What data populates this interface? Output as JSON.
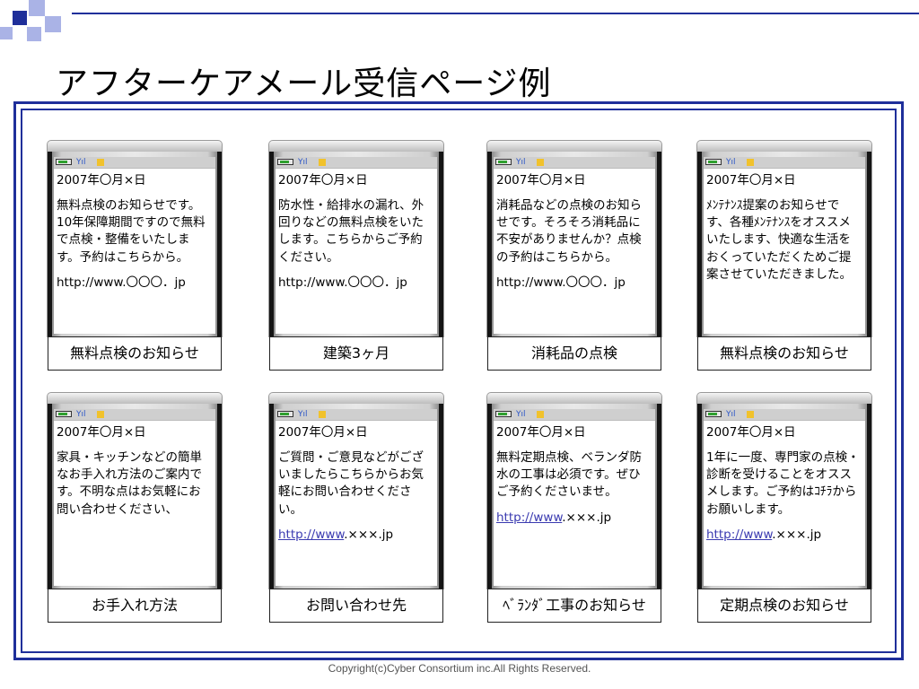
{
  "page": {
    "title": "アフターケアメール受信ページ例",
    "copyright": "Copyright(c)Cyber Consortium inc.All Rights Reserved."
  },
  "colors": {
    "frame": "#1f2f9a",
    "corner_dark": "#1f2f9a",
    "corner_light": "#aab3e6",
    "link": "#3a3ab0"
  },
  "phone_status": {
    "antenna": "Yıl",
    "icons": [
      "battery-icon",
      "antenna-icon",
      "mail-icon"
    ]
  },
  "phones": [
    {
      "date": "2007年〇月×日",
      "message": "無料点検のお知らせです。\n10年保障期間ですので無料で点検・整備をいたします。予約はこちらから。",
      "url_link": "",
      "url_text": "http://www.〇〇〇．jp",
      "caption": "無料点検のお知らせ"
    },
    {
      "date": "2007年〇月×日",
      "message": "防水性・給排水の漏れ、外回りなどの無料点検をいたします。こちらからご予約ください。",
      "url_link": "",
      "url_text": "http://www.〇〇〇．jp",
      "caption": "建築3ヶ月"
    },
    {
      "date": "2007年〇月×日",
      "message": "消耗品などの点検のお知らせです。そろそろ消耗品に不安がありませんか？点検の予約はこちらから。",
      "url_link": "",
      "url_text": "http://www.〇〇〇．jp",
      "caption": "消耗品の点検"
    },
    {
      "date": "2007年〇月×日",
      "message": "ﾒﾝﾃﾅﾝｽ提案のお知らせです、各種ﾒﾝﾃﾅﾝｽをオススメいたします、快適な生活をおくっていただくためご提案させていただきました。",
      "url_link": "",
      "url_text": "",
      "caption": "無料点検のお知らせ"
    },
    {
      "date": "2007年〇月×日",
      "message": "家具・キッチンなどの簡単なお手入れ方法のご案内です。不明な点はお気軽にお問い合わせください、",
      "url_link": "",
      "url_text": "",
      "caption": "お手入れ方法"
    },
    {
      "date": "2007年〇月×日",
      "message": "ご質問・ご意見などがございましたらこちらからお気軽にお問い合わせください。",
      "url_link": "http://www",
      "url_text": ".×××.jp",
      "caption": "お問い合わせ先"
    },
    {
      "date": "2007年〇月×日",
      "message": "無料定期点検、ベランダ防水の工事は必須です。ぜひご予約くださいませ。",
      "url_link": "http://www",
      "url_text": ".×××.jp",
      "caption": "ﾍﾞﾗﾝﾀﾞ工事のお知らせ"
    },
    {
      "date": "2007年〇月×日",
      "message": "1年に一度、専門家の点検・診断を受けることをオススメします。ご予約はｺﾁﾗからお願いします。",
      "url_link": "http://www",
      "url_text": ".×××.jp",
      "caption": "定期点検のお知らせ"
    }
  ]
}
